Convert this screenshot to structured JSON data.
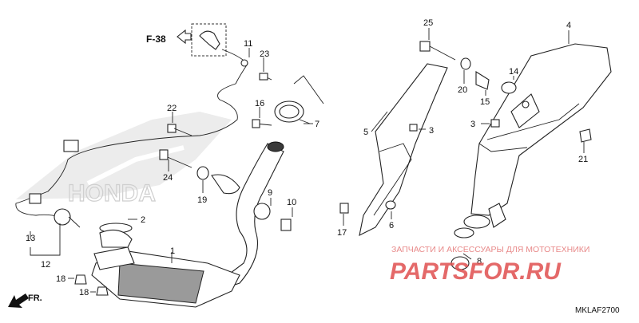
{
  "diagram": {
    "ref_label": "F-38",
    "direction_label": "FR.",
    "diagram_code": "MKLAF2700",
    "background_logo": "HONDA",
    "watermark": {
      "tagline": "ЗАПЧАСТИ И АКСЕССУАРЫ ДЛЯ МОТОТЕХНИКИ",
      "brand": "PARTSFOR.RU"
    },
    "callouts": [
      "1",
      "2",
      "3",
      "3",
      "4",
      "5",
      "6",
      "7",
      "8",
      "9",
      "10",
      "11",
      "12",
      "13",
      "14",
      "15",
      "16",
      "17",
      "18",
      "18",
      "19",
      "20",
      "21",
      "22",
      "23",
      "24",
      "25"
    ],
    "colors": {
      "line": "#222222",
      "watermark_text": "#e88a8a",
      "watermark_brand": "#e05050",
      "logo_dots": "#d6d6d6"
    }
  }
}
